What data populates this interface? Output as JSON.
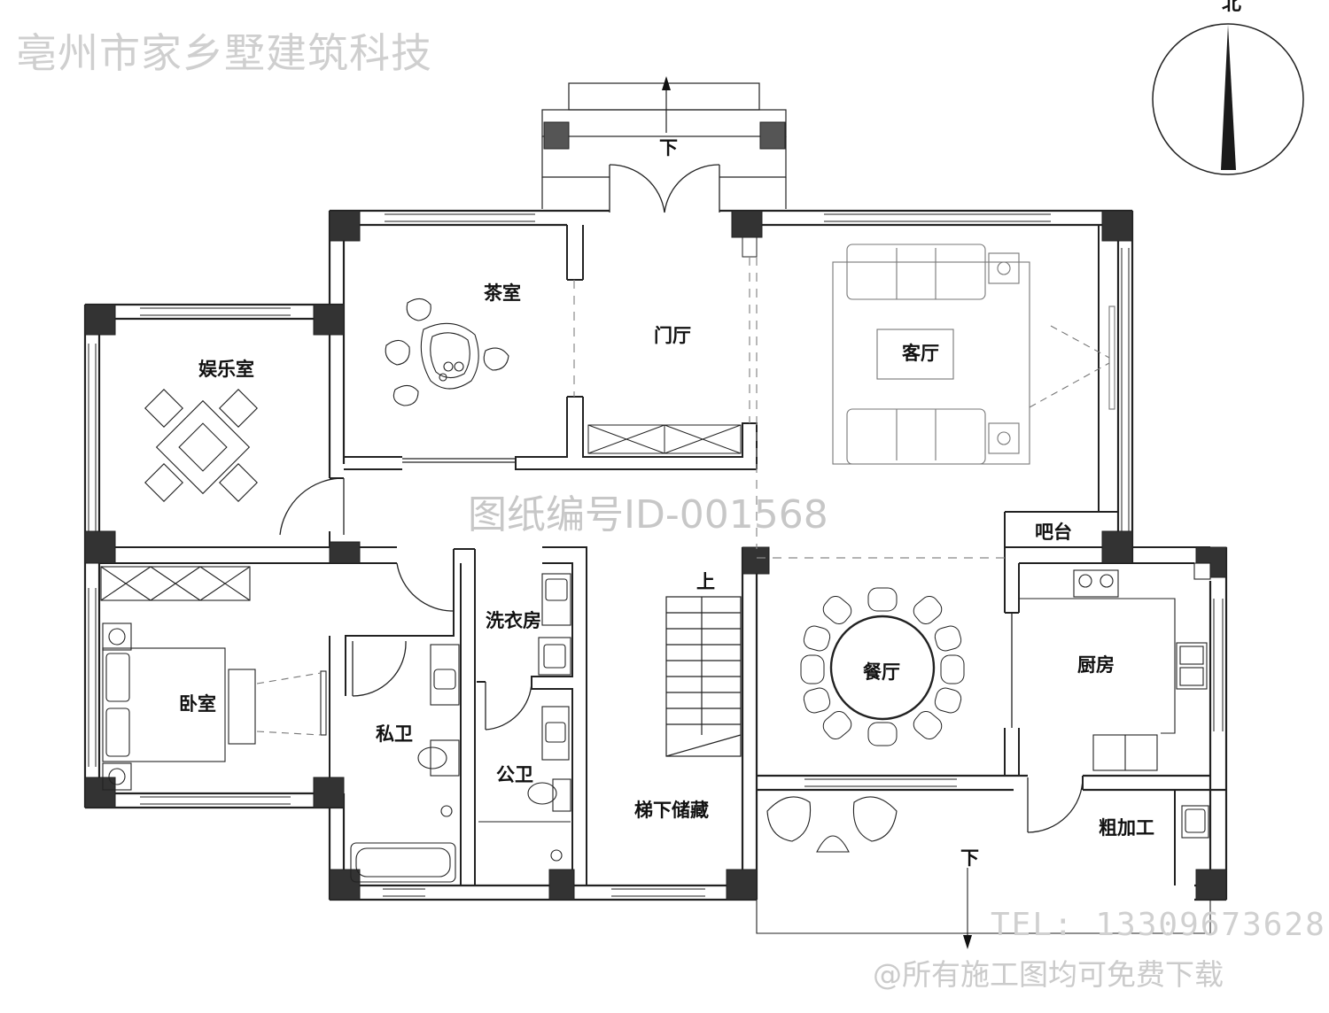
{
  "watermarks": {
    "company": "亳州市家乡墅建筑科技",
    "drawing_no": "图纸编号ID-001568",
    "tel": "TEL: 13309673628",
    "free_download": "@所有施工图均可免费下载"
  },
  "north_label": "北",
  "rooms": {
    "tea_room": "茶室",
    "entrance_hall": "门厅",
    "living_room": "客厅",
    "entertainment_room": "娱乐室",
    "bar": "吧台",
    "bedroom": "卧室",
    "laundry": "洗衣房",
    "private_bath": "私卫",
    "public_bath": "公卫",
    "under_stair_storage": "梯下储藏",
    "dining_room": "餐厅",
    "kitchen": "厨房",
    "rough_processing": "粗加工"
  },
  "stair_marks": {
    "down_front": "下",
    "up": "上",
    "down_back": "下"
  }
}
